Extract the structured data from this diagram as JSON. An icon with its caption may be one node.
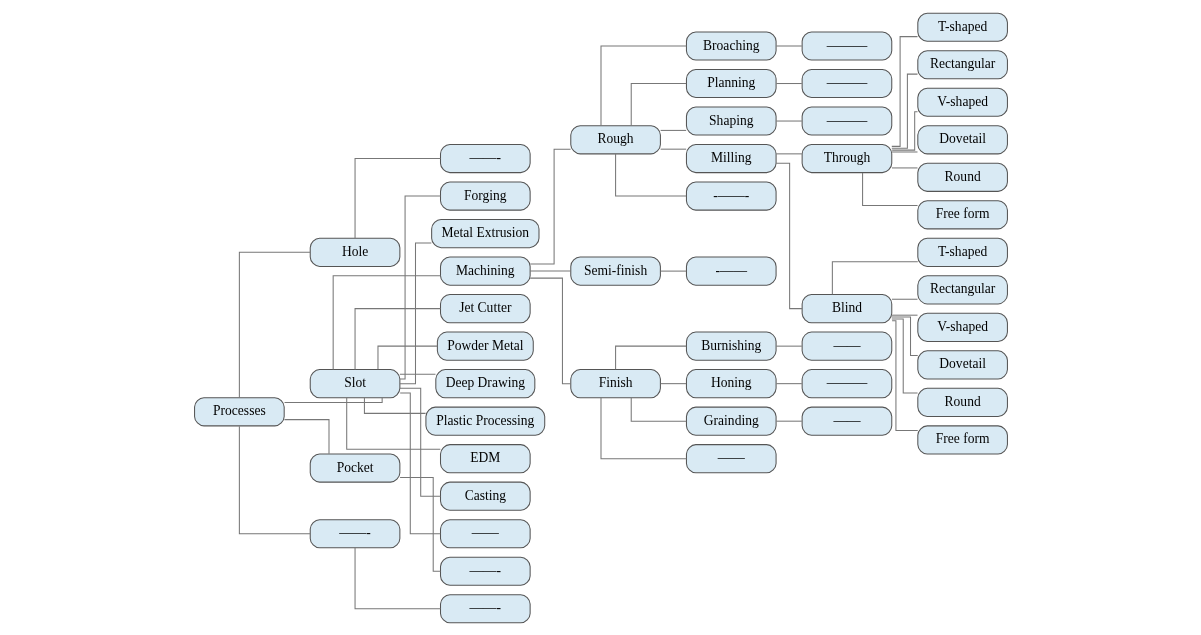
{
  "diagram": {
    "nodes": [
      {
        "text": [
          "Processes"
        ]
      },
      {
        "text": [
          "Hole"
        ]
      },
      {
        "text": [
          "——-"
        ]
      },
      {
        "text": [
          "Slot"
        ]
      },
      {
        "text": [
          "Pocket"
        ]
      },
      {
        "text": [
          "——-"
        ]
      },
      {
        "text": [
          "——-"
        ]
      },
      {
        "text": [
          "——-"
        ]
      },
      {
        "text": [
          "Forging"
        ]
      },
      {
        "text": [
          "Metal Extrusion"
        ]
      },
      {
        "text": [
          "Machining"
        ]
      },
      {
        "text": [
          "Jet Cutter"
        ]
      },
      {
        "text": [
          "Powder Metal"
        ]
      },
      {
        "text": [
          "Deep Drawing"
        ]
      },
      {
        "text": [
          "Plastic Processing"
        ]
      },
      {
        "text": [
          "EDM"
        ]
      },
      {
        "text": [
          "Casting"
        ]
      },
      {
        "text": [
          "——"
        ]
      },
      {
        "text": [
          "Rough"
        ]
      },
      {
        "text": [
          "Semi-finish"
        ]
      },
      {
        "text": [
          "-——"
        ]
      },
      {
        "text": [
          "Finish"
        ]
      },
      {
        "text": [
          "Broaching"
        ]
      },
      {
        "text": [
          "———"
        ]
      },
      {
        "text": [
          "Planning"
        ]
      },
      {
        "text": [
          "———"
        ]
      },
      {
        "text": [
          "Shaping"
        ]
      },
      {
        "text": [
          "———"
        ]
      },
      {
        "text": [
          "Milling"
        ]
      },
      {
        "text": [
          "-——-"
        ]
      },
      {
        "text": [
          "Burnishing"
        ]
      },
      {
        "text": [
          "——"
        ]
      },
      {
        "text": [
          "Honing"
        ]
      },
      {
        "text": [
          "———"
        ]
      },
      {
        "text": [
          "Grainding"
        ]
      },
      {
        "text": [
          "——"
        ]
      },
      {
        "text": [
          "——"
        ]
      },
      {
        "text": [
          "Through"
        ]
      },
      {
        "text": [
          "T-shaped"
        ]
      },
      {
        "text": [
          "Rectangular"
        ]
      },
      {
        "text": [
          "V-shaped"
        ]
      },
      {
        "text": [
          "Dovetail"
        ]
      },
      {
        "text": [
          "Round"
        ]
      },
      {
        "text": [
          "Free form"
        ]
      },
      {
        "text": [
          "Blind"
        ]
      },
      {
        "text": [
          "T-shaped"
        ]
      },
      {
        "text": [
          "Rectangular"
        ]
      },
      {
        "text": [
          "V-shaped"
        ]
      },
      {
        "text": [
          "Dovetail"
        ]
      },
      {
        "text": [
          "Round"
        ]
      },
      {
        "text": [
          "Free form"
        ]
      }
    ],
    "edges": [
      {
        "from": 0,
        "to": 1,
        "arrow": "none"
      },
      {
        "from": 1,
        "to": 2,
        "arrow": "none"
      },
      {
        "from": 0,
        "to": 3,
        "arrow": "none"
      },
      {
        "from": 0,
        "to": 4,
        "arrow": "none"
      },
      {
        "from": 4,
        "to": 5,
        "arrow": "none"
      },
      {
        "from": 0,
        "to": 6,
        "arrow": "none"
      },
      {
        "from": 6,
        "to": 7,
        "arrow": "none"
      },
      {
        "from": 3,
        "to": 8,
        "arrow": "none"
      },
      {
        "from": 3,
        "to": 9,
        "arrow": "none"
      },
      {
        "from": 3,
        "to": 10,
        "arrow": "none"
      },
      {
        "from": 3,
        "to": 11,
        "arrow": "none"
      },
      {
        "from": 3,
        "to": 12,
        "arrow": "none"
      },
      {
        "from": 3,
        "to": 13,
        "arrow": "none"
      },
      {
        "from": 3,
        "to": 14,
        "arrow": "none"
      },
      {
        "from": 3,
        "to": 15,
        "arrow": "none"
      },
      {
        "from": 3,
        "to": 16,
        "arrow": "none"
      },
      {
        "from": 3,
        "to": 17,
        "arrow": "none"
      },
      {
        "from": 10,
        "to": 18,
        "arrow": "none"
      },
      {
        "from": 10,
        "to": 19,
        "arrow": "none"
      },
      {
        "from": 19,
        "to": 20,
        "arrow": "none"
      },
      {
        "from": 10,
        "to": 21,
        "arrow": "none"
      },
      {
        "from": 18,
        "to": 22,
        "arrow": "none"
      },
      {
        "from": 22,
        "to": 23,
        "arrow": "none"
      },
      {
        "from": 18,
        "to": 24,
        "arrow": "none"
      },
      {
        "from": 24,
        "to": 25,
        "arrow": "none"
      },
      {
        "from": 18,
        "to": 26,
        "arrow": "none"
      },
      {
        "from": 26,
        "to": 27,
        "arrow": "none"
      },
      {
        "from": 18,
        "to": 28,
        "arrow": "none"
      },
      {
        "from": 18,
        "to": 29,
        "arrow": "none"
      },
      {
        "from": 21,
        "to": 30,
        "arrow": "none"
      },
      {
        "from": 30,
        "to": 31,
        "arrow": "none"
      },
      {
        "from": 21,
        "to": 32,
        "arrow": "none"
      },
      {
        "from": 32,
        "to": 33,
        "arrow": "none"
      },
      {
        "from": 21,
        "to": 34,
        "arrow": "none"
      },
      {
        "from": 34,
        "to": 35,
        "arrow": "none"
      },
      {
        "from": 21,
        "to": 36,
        "arrow": "none"
      },
      {
        "from": 28,
        "to": 37,
        "arrow": "none"
      },
      {
        "from": 37,
        "to": 38,
        "arrow": "none"
      },
      {
        "from": 37,
        "to": 39,
        "arrow": "none"
      },
      {
        "from": 37,
        "to": 40,
        "arrow": "none"
      },
      {
        "from": 37,
        "to": 41,
        "arrow": "none"
      },
      {
        "from": 37,
        "to": 42,
        "arrow": "none"
      },
      {
        "from": 37,
        "to": 43,
        "arrow": "none"
      },
      {
        "from": 28,
        "to": 44,
        "arrow": "none"
      },
      {
        "from": 44,
        "to": 45,
        "arrow": "none"
      },
      {
        "from": 44,
        "to": 46,
        "arrow": "none"
      },
      {
        "from": 44,
        "to": 47,
        "arrow": "none"
      },
      {
        "from": 44,
        "to": 48,
        "arrow": "none"
      },
      {
        "from": 44,
        "to": 49,
        "arrow": "none"
      },
      {
        "from": 44,
        "to": 50,
        "arrow": "none"
      }
    ]
  }
}
